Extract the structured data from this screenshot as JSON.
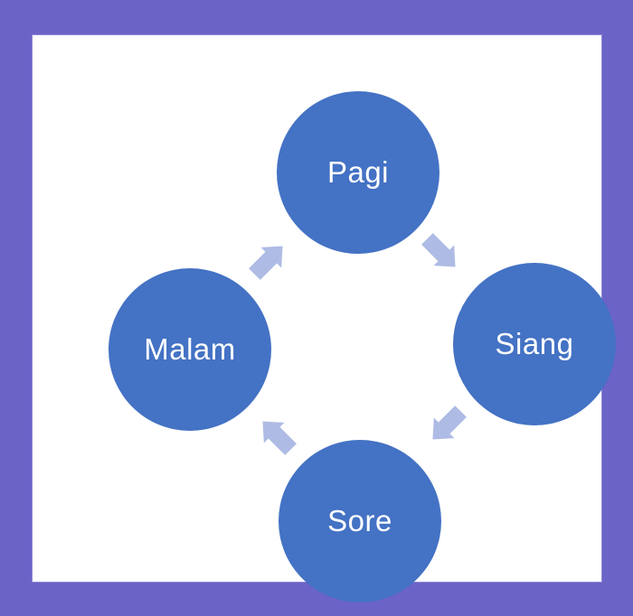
{
  "diagram": {
    "type": "cycle",
    "language": "Indonesian",
    "nodes": [
      {
        "id": "pagi",
        "label": "Pagi"
      },
      {
        "id": "siang",
        "label": "Siang"
      },
      {
        "id": "sore",
        "label": "Sore"
      },
      {
        "id": "malam",
        "label": "Malam"
      }
    ],
    "arrows": [
      {
        "from": "Pagi",
        "to": "Siang",
        "direction": "down-right"
      },
      {
        "from": "Siang",
        "to": "Sore",
        "direction": "down-left"
      },
      {
        "from": "Sore",
        "to": "Malam",
        "direction": "up-left"
      },
      {
        "from": "Malam",
        "to": "Pagi",
        "direction": "up-right"
      }
    ],
    "colors": {
      "node_fill": "#4472C4",
      "node_text": "#FFFFFF",
      "arrow_fill": "#AEBBE4",
      "frame_border": "#6C63C7",
      "canvas_background": "#FFFFFF"
    }
  }
}
